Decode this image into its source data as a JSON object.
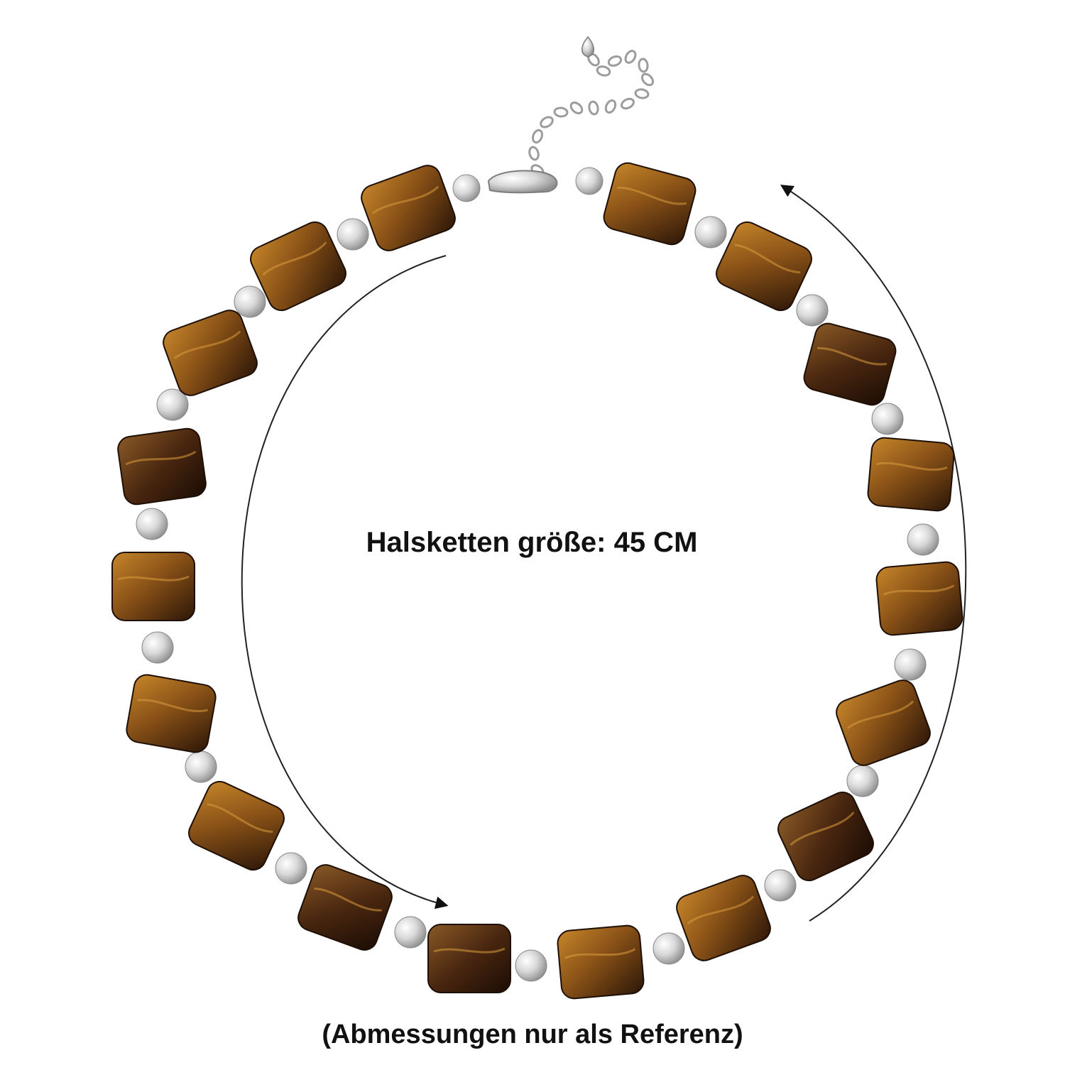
{
  "product": {
    "size_label": "Halsketten größe: 45 CM",
    "reference_note": "(Abmessungen nur als Referenz)"
  },
  "colors": {
    "background": "#ffffff",
    "text": "#111111",
    "arrow": "#222222",
    "stone_light": "#b0741f",
    "stone_mid": "#7a4513",
    "stone_dark": "#2c1608",
    "silver": "#e9e9e9",
    "silver_shadow": "#9a9a9a"
  },
  "icons": {
    "stone": "tiger-eye-bead",
    "spacer": "silver-bead",
    "clasp": "lobster-clasp",
    "chain": "extension-chain",
    "arrow": "measure-arrow"
  }
}
